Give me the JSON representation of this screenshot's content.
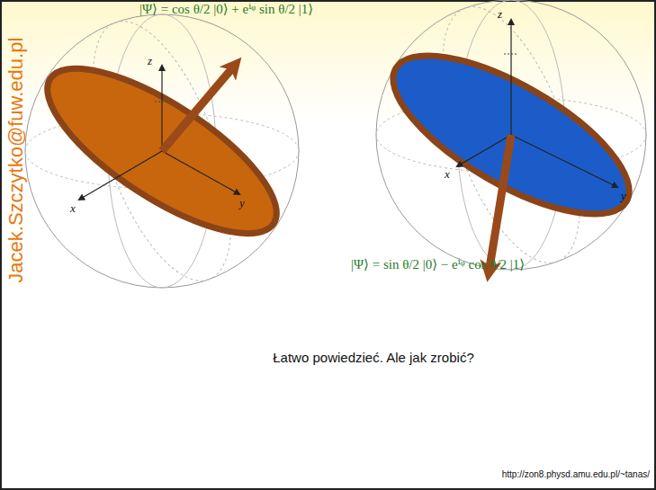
{
  "diagram": {
    "labels": [
      "|Ψ⟩ = cos θ/2 |0⟩ + eⁱᵠ sin θ/2 |1⟩",
      "|Ψ⟩ = sin θ/2 |0⟩ − eⁱᵠ cos θ/2 |1⟩",
      "z",
      "x",
      "y",
      "z",
      "x",
      "y",
      "Łatwo powiedzieć. Ale jak zrobić?",
      "http://zon8.physd.amu.edu.pl/~tanas/",
      "Jacek.Szczytko@fuw.edu.pl"
    ]
  }
}
